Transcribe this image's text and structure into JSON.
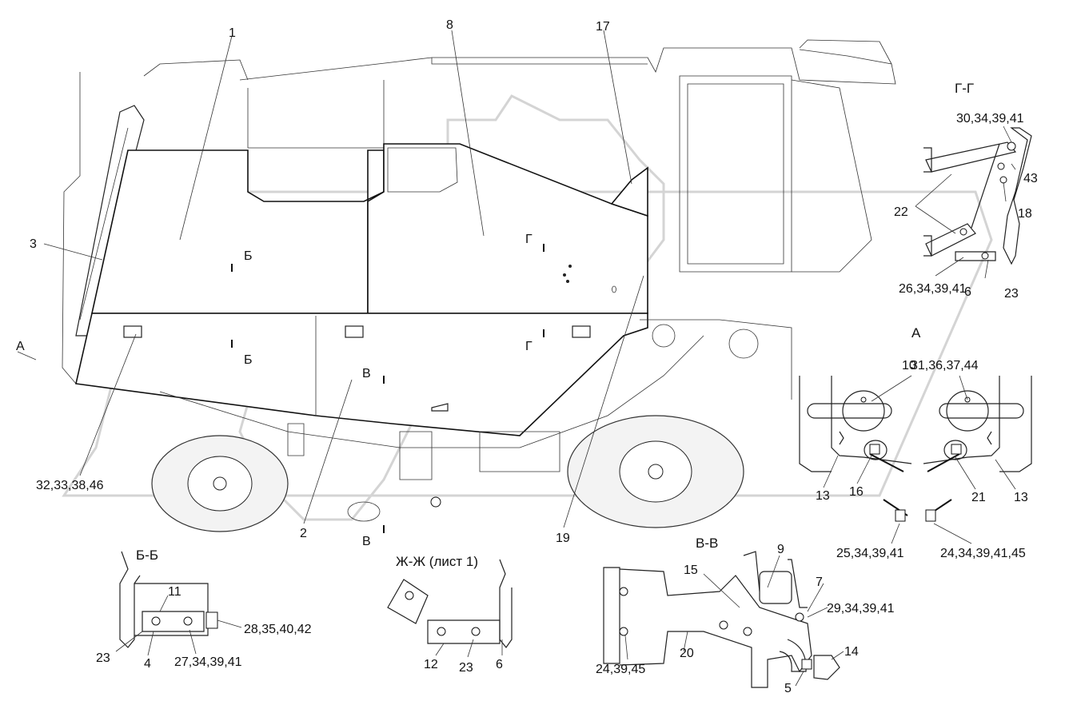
{
  "sections": {
    "b_b": "Б-Б",
    "v_v": "В-В",
    "g_g": "Г-Г",
    "zh_zh": "Ж-Ж (лист 1)",
    "view_a": "А"
  },
  "markers": {
    "a": "А",
    "b": "Б",
    "v": "В",
    "g": "Г"
  },
  "callouts": {
    "c1": "1",
    "c2": "2",
    "c3": "3",
    "c8": "8",
    "c17": "17",
    "c19": "19",
    "c32": "32,33,38,46",
    "g_30": "30,34,39,41",
    "g_43": "43",
    "g_22": "22",
    "g_18": "18",
    "g_26": "26,34,39,41",
    "g_6": "6",
    "g_23": "23",
    "a_10": "10",
    "a_31": "31,36,37,44",
    "a_13l": "13",
    "a_16": "16",
    "a_21": "21",
    "a_13r": "13",
    "a_25": "25,34,39,41",
    "a_24": "24,34,39,41,45",
    "bb_11": "11",
    "bb_28": "28,35,40,42",
    "bb_23": "23",
    "bb_4": "4",
    "bb_27": "27,34,39,41",
    "zh_12": "12",
    "zh_23": "23",
    "zh_6": "6",
    "vv_9": "9",
    "vv_15": "15",
    "vv_7": "7",
    "vv_29": "29,34,39,41",
    "vv_14": "14",
    "vv_20": "20",
    "vv_24": "24,39,45",
    "vv_5": "5"
  }
}
